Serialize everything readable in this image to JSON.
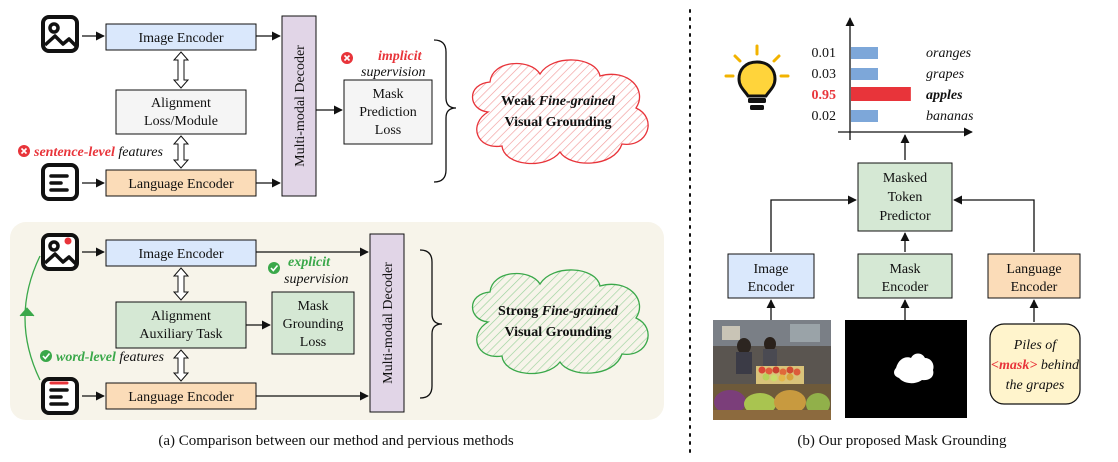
{
  "left": {
    "caption": "(a) Comparison between our method and pervious methods",
    "previous": {
      "image_encoder": "Image Encoder",
      "language_encoder": "Language Encoder",
      "alignment": [
        "Alignment",
        "Loss/Module"
      ],
      "decoder": "Multi-modal Decoder",
      "supervision_keyword": "implicit",
      "supervision_word": "supervision",
      "loss": [
        "Mask",
        "Prediction",
        "Loss"
      ],
      "features_keyword": "sentence-level",
      "features_word": "features",
      "result_prefix": "Weak",
      "result_emph": "Fine-grained",
      "result_line2": "Visual Grounding"
    },
    "ours": {
      "image_encoder": "Image Encoder",
      "language_encoder": "Language Encoder",
      "alignment": [
        "Alignment",
        "Auxiliary Task"
      ],
      "decoder": "Multi-modal Decoder",
      "supervision_keyword": "explicit",
      "supervision_word": "supervision",
      "loss": [
        "Mask",
        "Grounding",
        "Loss"
      ],
      "features_keyword": "word-level",
      "features_word": "features",
      "result_prefix": "Strong",
      "result_emph": "Fine-grained",
      "result_line2": "Visual Grounding"
    }
  },
  "right": {
    "caption": "(b) Our proposed Mask Grounding",
    "predictor": [
      "Masked",
      "Token",
      "Predictor"
    ],
    "image_encoder": [
      "Image",
      "Encoder"
    ],
    "mask_encoder": [
      "Mask",
      "Encoder"
    ],
    "language_encoder": [
      "Language",
      "Encoder"
    ],
    "sentence": {
      "line1": "Piles of",
      "mask_token": "<mask>",
      "line2_suffix": " behind",
      "line3": "the grapes"
    },
    "chart_data": {
      "type": "bar",
      "orientation": "horizontal",
      "categories": [
        "oranges",
        "grapes",
        "apples",
        "bananas"
      ],
      "values": [
        0.01,
        0.03,
        0.95,
        0.02
      ],
      "value_labels": [
        "0.01",
        "0.03",
        "0.95",
        "0.02"
      ],
      "highlight_index": 2,
      "colors": {
        "bar": "#7da7d9",
        "highlight": "#e8343a"
      },
      "title": "",
      "xlabel": "",
      "ylabel": "",
      "xlim": [
        0,
        1
      ]
    }
  },
  "colors": {
    "image_encoder": "#dae8fc",
    "language_encoder": "#fbdcb8",
    "decoder": "#e1d5e7",
    "alignment_prev": "#f5f5f5",
    "alignment_ours": "#d5e8d4",
    "ours_panel": "#f7f4ea",
    "red": "#e8343a",
    "green": "#3aa84a"
  }
}
